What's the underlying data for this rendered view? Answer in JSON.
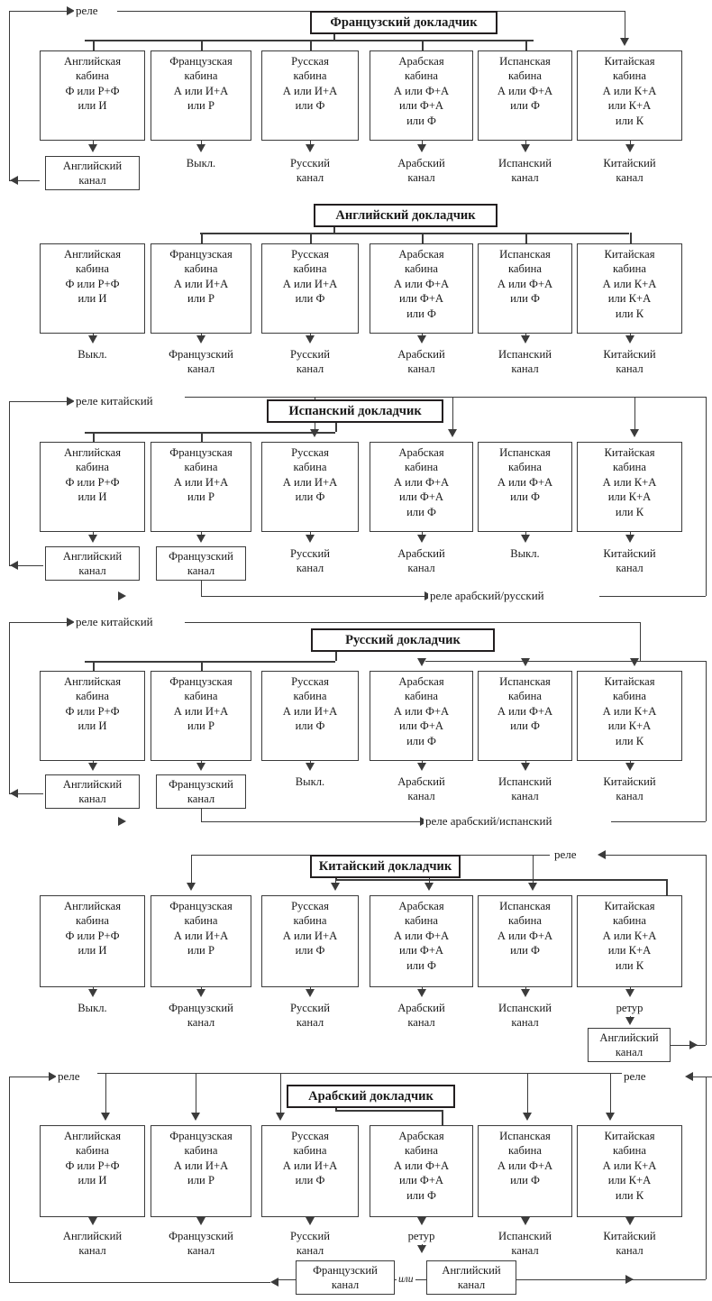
{
  "diagram": {
    "title_hidden": "",
    "booth_label_line1_suffix": "кабина",
    "sections": [
      {
        "id": "french",
        "header": "Французский докладчик",
        "booths": [
          {
            "name": "Английская",
            "unit": "кабина",
            "lines": [
              "Ф или Р+Ф",
              "или И"
            ]
          },
          {
            "name": "Французская",
            "unit": "кабина",
            "lines": [
              "А или И+А",
              "или Р"
            ]
          },
          {
            "name": "Русская",
            "unit": "кабина",
            "lines": [
              "А или И+А",
              "или Ф"
            ]
          },
          {
            "name": "Арабская",
            "unit": "кабина",
            "lines": [
              "А или Ф+А",
              "или Ф+А",
              "или Ф"
            ]
          },
          {
            "name": "Испанская",
            "unit": "кабина",
            "lines": [
              "А или Ф+А",
              "или Ф"
            ]
          },
          {
            "name": "Китайская",
            "unit": "кабина",
            "lines": [
              "А или К+А",
              "или К+А",
              "или К"
            ]
          }
        ],
        "outputs": [
          {
            "text": "Английский\nканал",
            "boxed": true
          },
          {
            "text": "Выкл.",
            "boxed": false
          },
          {
            "text": "Русский\nканал",
            "boxed": false
          },
          {
            "text": "Арабский\nканал",
            "boxed": false
          },
          {
            "text": "Испанский\nканал",
            "boxed": false
          },
          {
            "text": "Китайский\nканал",
            "boxed": false
          }
        ],
        "relays": [
          "реле"
        ]
      },
      {
        "id": "english",
        "header": "Английский докладчик",
        "booths": [
          {
            "name": "Английская",
            "unit": "кабина",
            "lines": [
              "Ф или Р+Ф",
              "или И"
            ]
          },
          {
            "name": "Французская",
            "unit": "кабина",
            "lines": [
              "А или И+А",
              "или Р"
            ]
          },
          {
            "name": "Русская",
            "unit": "кабина",
            "lines": [
              "А или И+А",
              "или Ф"
            ]
          },
          {
            "name": "Арабская",
            "unit": "кабина",
            "lines": [
              "А или Ф+А",
              "или Ф+А",
              "или Ф"
            ]
          },
          {
            "name": "Испанская",
            "unit": "кабина",
            "lines": [
              "А или Ф+А",
              "или Ф"
            ]
          },
          {
            "name": "Китайская",
            "unit": "кабина",
            "lines": [
              "А или К+А",
              "или К+А",
              "или К"
            ]
          }
        ],
        "outputs": [
          {
            "text": "Выкл.",
            "boxed": false
          },
          {
            "text": "Французский\nканал",
            "boxed": false
          },
          {
            "text": "Русский\nканал",
            "boxed": false
          },
          {
            "text": "Арабский\nканал",
            "boxed": false
          },
          {
            "text": "Испанский\nканал",
            "boxed": false
          },
          {
            "text": "Китайский\nканал",
            "boxed": false
          }
        ],
        "relays": []
      },
      {
        "id": "spanish",
        "header": "Испанский докладчик",
        "booths": [
          {
            "name": "Английская",
            "unit": "кабина",
            "lines": [
              "Ф или Р+Ф",
              "или И"
            ]
          },
          {
            "name": "Французская",
            "unit": "кабина",
            "lines": [
              "А или И+А",
              "или Р"
            ]
          },
          {
            "name": "Русская",
            "unit": "кабина",
            "lines": [
              "А или И+А",
              "или Ф"
            ]
          },
          {
            "name": "Арабская",
            "unit": "кабина",
            "lines": [
              "А или Ф+А",
              "или Ф+А",
              "или Ф"
            ]
          },
          {
            "name": "Испанская",
            "unit": "кабина",
            "lines": [
              "А или Ф+А",
              "или Ф"
            ]
          },
          {
            "name": "Китайская",
            "unit": "кабина",
            "lines": [
              "А или К+А",
              "или К+А",
              "или К"
            ]
          }
        ],
        "outputs": [
          {
            "text": "Английский\nканал",
            "boxed": true
          },
          {
            "text": "Французский\nканал",
            "boxed": true
          },
          {
            "text": "Русский\nканал",
            "boxed": false
          },
          {
            "text": "Арабский\nканал",
            "boxed": false
          },
          {
            "text": "Выкл.",
            "boxed": false
          },
          {
            "text": "Китайский\nканал",
            "boxed": false
          }
        ],
        "relays": [
          "реле китайский",
          "реле арабский/русский"
        ]
      },
      {
        "id": "russian",
        "header": "Русский докладчик",
        "booths": [
          {
            "name": "Английская",
            "unit": "кабина",
            "lines": [
              "Ф или Р+Ф",
              "или И"
            ]
          },
          {
            "name": "Французская",
            "unit": "кабина",
            "lines": [
              "А или И+А",
              "или Р"
            ]
          },
          {
            "name": "Русская",
            "unit": "кабина",
            "lines": [
              "А или И+А",
              "или Ф"
            ]
          },
          {
            "name": "Арабская",
            "unit": "кабина",
            "lines": [
              "А или Ф+А",
              "или Ф+А",
              "или Ф"
            ]
          },
          {
            "name": "Испанская",
            "unit": "кабина",
            "lines": [
              "А или Ф+А",
              "или Ф"
            ]
          },
          {
            "name": "Китайская",
            "unit": "кабина",
            "lines": [
              "А или К+А",
              "или К+А",
              "или К"
            ]
          }
        ],
        "outputs": [
          {
            "text": "Английский\nканал",
            "boxed": true
          },
          {
            "text": "Французский\nканал",
            "boxed": true
          },
          {
            "text": "Выкл.",
            "boxed": false
          },
          {
            "text": "Арабский\nканал",
            "boxed": false
          },
          {
            "text": "Испанский\nканал",
            "boxed": false
          },
          {
            "text": "Китайский\nканал",
            "boxed": false
          }
        ],
        "relays": [
          "реле китайский",
          "реле арабский/испанский"
        ]
      },
      {
        "id": "chinese",
        "header": "Китайский докладчик",
        "booths": [
          {
            "name": "Английская",
            "unit": "кабина",
            "lines": [
              "Ф или Р+Ф",
              "или И"
            ]
          },
          {
            "name": "Французская",
            "unit": "кабина",
            "lines": [
              "А или И+А",
              "или Р"
            ]
          },
          {
            "name": "Русская",
            "unit": "кабина",
            "lines": [
              "А или И+А",
              "или Ф"
            ]
          },
          {
            "name": "Арабская",
            "unit": "кабина",
            "lines": [
              "А или Ф+А",
              "или Ф+А",
              "или Ф"
            ]
          },
          {
            "name": "Испанская",
            "unit": "кабина",
            "lines": [
              "А или Ф+А",
              "или Ф"
            ]
          },
          {
            "name": "Китайская",
            "unit": "кабина",
            "lines": [
              "А или К+А",
              "или К+А",
              "или К"
            ]
          }
        ],
        "outputs": [
          {
            "text": "Выкл.",
            "boxed": false
          },
          {
            "text": "Французский\nканал",
            "boxed": false
          },
          {
            "text": "Русский\nканал",
            "boxed": false
          },
          {
            "text": "Арабский\nканал",
            "boxed": false
          },
          {
            "text": "Испанский\nканал",
            "boxed": false
          },
          {
            "text": "ретур",
            "boxed": false
          }
        ],
        "retour_box": "Английский\nканал",
        "relays": [
          "реле"
        ]
      },
      {
        "id": "arabic",
        "header": "Арабский докладчик",
        "booths": [
          {
            "name": "Английская",
            "unit": "кабина",
            "lines": [
              "Ф или Р+Ф",
              "или И"
            ]
          },
          {
            "name": "Французская",
            "unit": "кабина",
            "lines": [
              "А или И+А",
              "или Р"
            ]
          },
          {
            "name": "Русская",
            "unit": "кабина",
            "lines": [
              "А или И+А",
              "или Ф"
            ]
          },
          {
            "name": "Арабская",
            "unit": "кабина",
            "lines": [
              "А или Ф+А",
              "или Ф+А",
              "или Ф"
            ]
          },
          {
            "name": "Испанская",
            "unit": "кабина",
            "lines": [
              "А или Ф+А",
              "или Ф"
            ]
          },
          {
            "name": "Китайская",
            "unit": "кабина",
            "lines": [
              "А или К+А",
              "или К+А",
              "или К"
            ]
          }
        ],
        "outputs": [
          {
            "text": "Английский\nканал",
            "boxed": false
          },
          {
            "text": "Французский\nканал",
            "boxed": false
          },
          {
            "text": "Русский\nканал",
            "boxed": false
          },
          {
            "text": "ретур",
            "boxed": false
          },
          {
            "text": "Испанский\nканал",
            "boxed": false
          },
          {
            "text": "Китайский\nканал",
            "boxed": false
          }
        ],
        "retour_boxes": [
          {
            "text": "Французский\nканал"
          },
          {
            "text": "Английский\nканал"
          }
        ],
        "or_label": "или",
        "relays": [
          "реле",
          "реле"
        ]
      }
    ]
  },
  "colors": {
    "line": "#3b3b3b",
    "header_border": "#231f20",
    "background": "#ffffff"
  }
}
